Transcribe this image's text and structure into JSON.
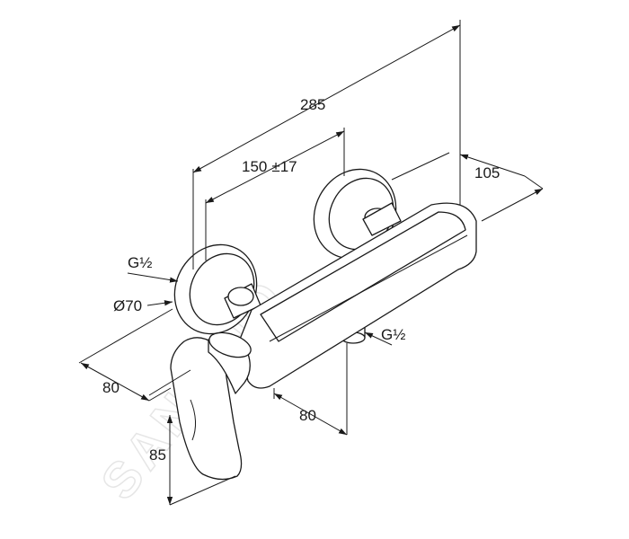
{
  "watermark": "SANTINO",
  "dimensions": {
    "overall_width": "285",
    "centers": "150",
    "centers_tol": "±17",
    "depth": "105",
    "inlet_thread_left": "G½",
    "escutcheon_diameter": "Ø70",
    "wall_to_handle": "80",
    "outlet_offset": "80",
    "handle_height": "85",
    "outlet_thread": "G½"
  }
}
